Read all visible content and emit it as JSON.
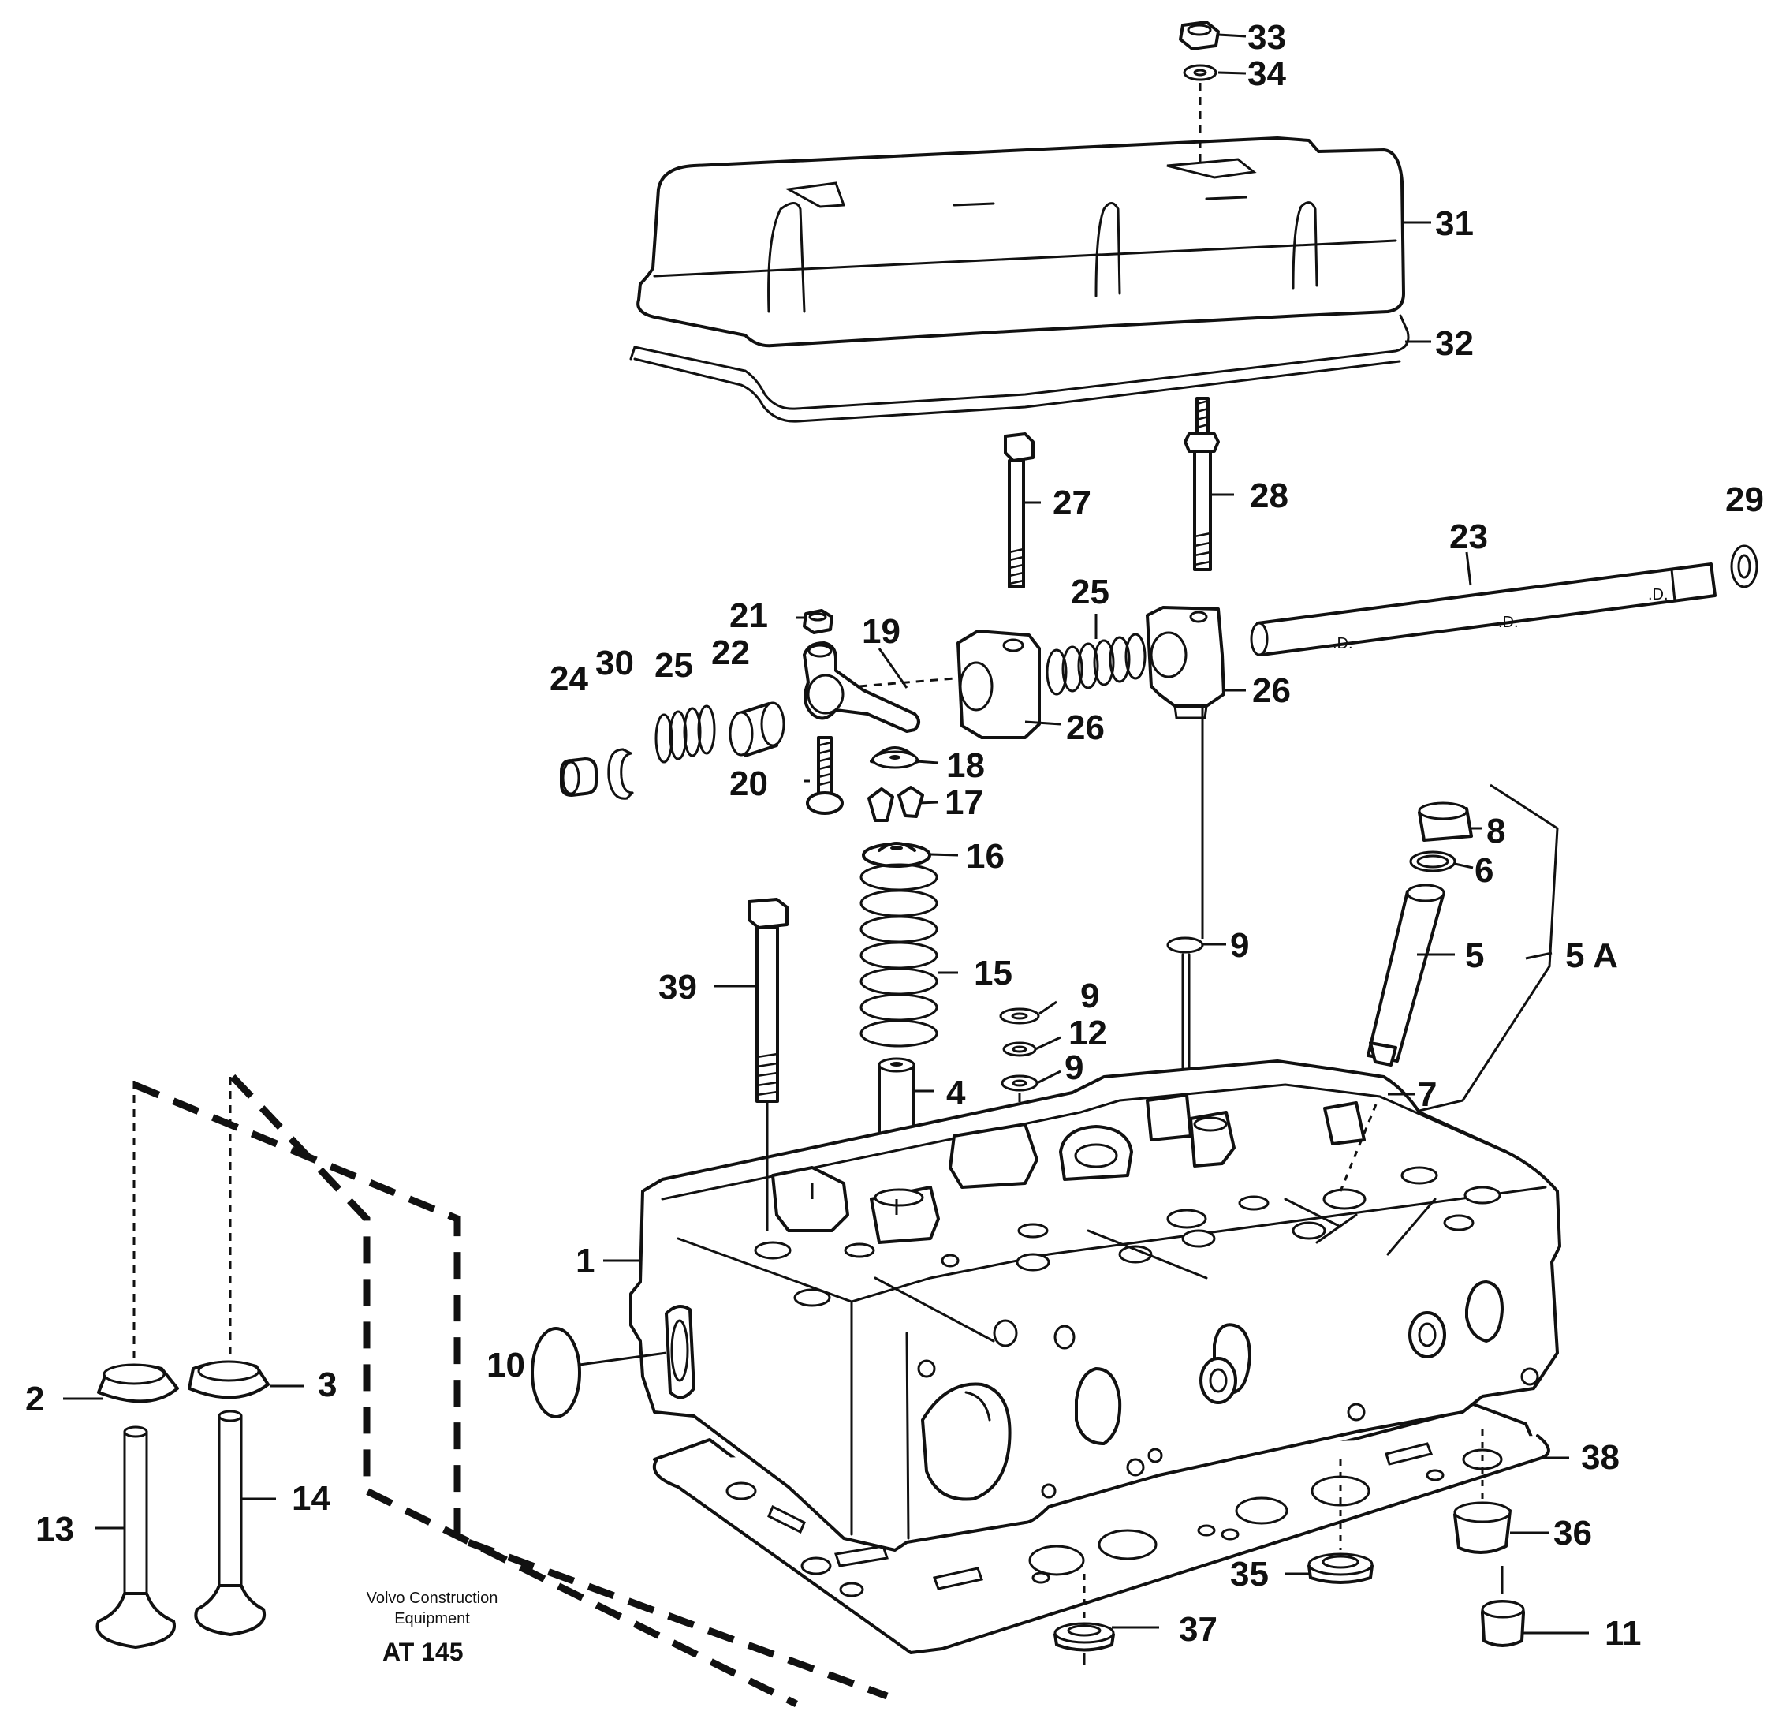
{
  "callouts": [
    {
      "id": "33",
      "text": "33"
    },
    {
      "id": "34",
      "text": "34"
    },
    {
      "id": "31",
      "text": "31"
    },
    {
      "id": "32",
      "text": "32"
    },
    {
      "id": "27",
      "text": "27"
    },
    {
      "id": "28",
      "text": "28"
    },
    {
      "id": "29",
      "text": "29"
    },
    {
      "id": "23",
      "text": "23"
    },
    {
      "id": "25a",
      "text": "25"
    },
    {
      "id": "21",
      "text": "21"
    },
    {
      "id": "19",
      "text": "19"
    },
    {
      "id": "26a",
      "text": "26"
    },
    {
      "id": "26b",
      "text": "26"
    },
    {
      "id": "24",
      "text": "24"
    },
    {
      "id": "30",
      "text": "30"
    },
    {
      "id": "25b",
      "text": "25"
    },
    {
      "id": "22",
      "text": "22"
    },
    {
      "id": "18",
      "text": "18"
    },
    {
      "id": "20",
      "text": "20"
    },
    {
      "id": "17",
      "text": "17"
    },
    {
      "id": "16",
      "text": "16"
    },
    {
      "id": "8",
      "text": "8"
    },
    {
      "id": "6",
      "text": "6"
    },
    {
      "id": "5",
      "text": "5"
    },
    {
      "id": "5A",
      "text": "5 A"
    },
    {
      "id": "9a",
      "text": "9"
    },
    {
      "id": "39",
      "text": "39"
    },
    {
      "id": "15",
      "text": "15"
    },
    {
      "id": "9b",
      "text": "9"
    },
    {
      "id": "12",
      "text": "12"
    },
    {
      "id": "9c",
      "text": "9"
    },
    {
      "id": "4",
      "text": "4"
    },
    {
      "id": "7",
      "text": "7"
    },
    {
      "id": "1",
      "text": "1"
    },
    {
      "id": "10",
      "text": "10"
    },
    {
      "id": "2",
      "text": "2"
    },
    {
      "id": "3",
      "text": "3"
    },
    {
      "id": "38",
      "text": "38"
    },
    {
      "id": "13",
      "text": "13"
    },
    {
      "id": "14",
      "text": "14"
    },
    {
      "id": "36",
      "text": "36"
    },
    {
      "id": "35",
      "text": "35"
    },
    {
      "id": "37",
      "text": "37"
    },
    {
      "id": "11",
      "text": "11"
    }
  ],
  "caption": {
    "company_line1": "Volvo Construction",
    "company_line2": "Equipment",
    "figure_code": "AT 145"
  }
}
